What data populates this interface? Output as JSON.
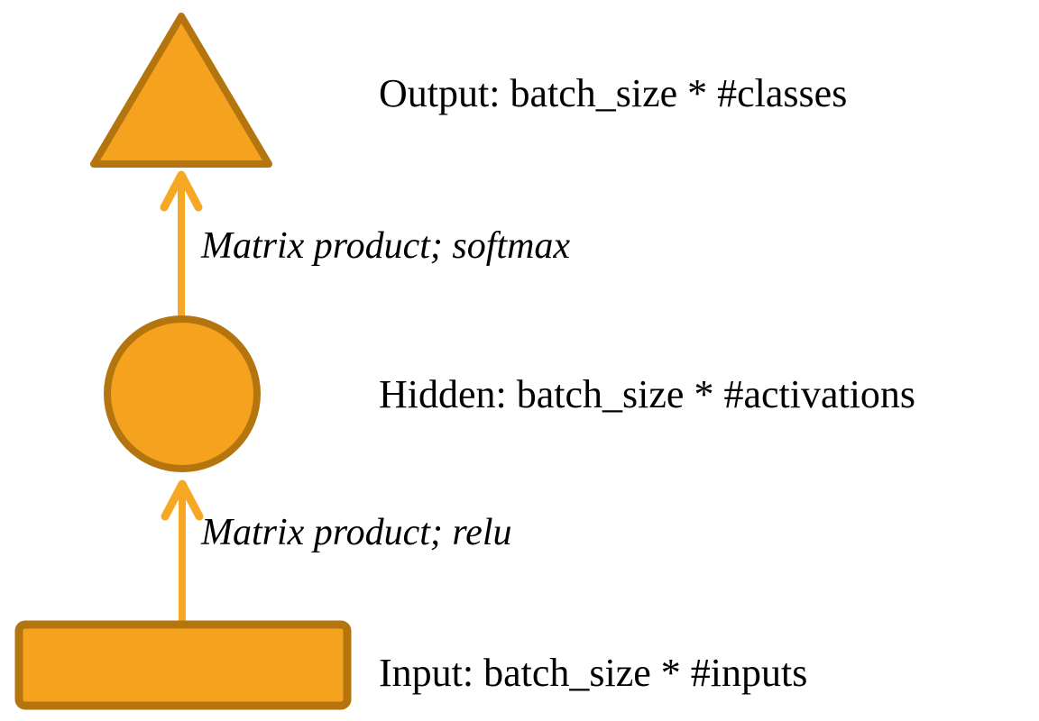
{
  "diagram": {
    "nodes": [
      {
        "id": "output",
        "shape": "triangle",
        "label": "Output: batch_size * #classes"
      },
      {
        "id": "hidden",
        "shape": "circle",
        "label": "Hidden: batch_size * #activations"
      },
      {
        "id": "input",
        "shape": "rectangle",
        "label": "Input: batch_size * #inputs"
      }
    ],
    "edges": [
      {
        "from": "hidden",
        "to": "output",
        "label": "Matrix product; softmax"
      },
      {
        "from": "input",
        "to": "hidden",
        "label": "Matrix product; relu"
      }
    ],
    "colors": {
      "shape_fill": "#F5A31E",
      "shape_stroke": "#B4750F",
      "arrow": "#F6A825",
      "text": "#000000",
      "background": "#FFFFFF"
    }
  }
}
